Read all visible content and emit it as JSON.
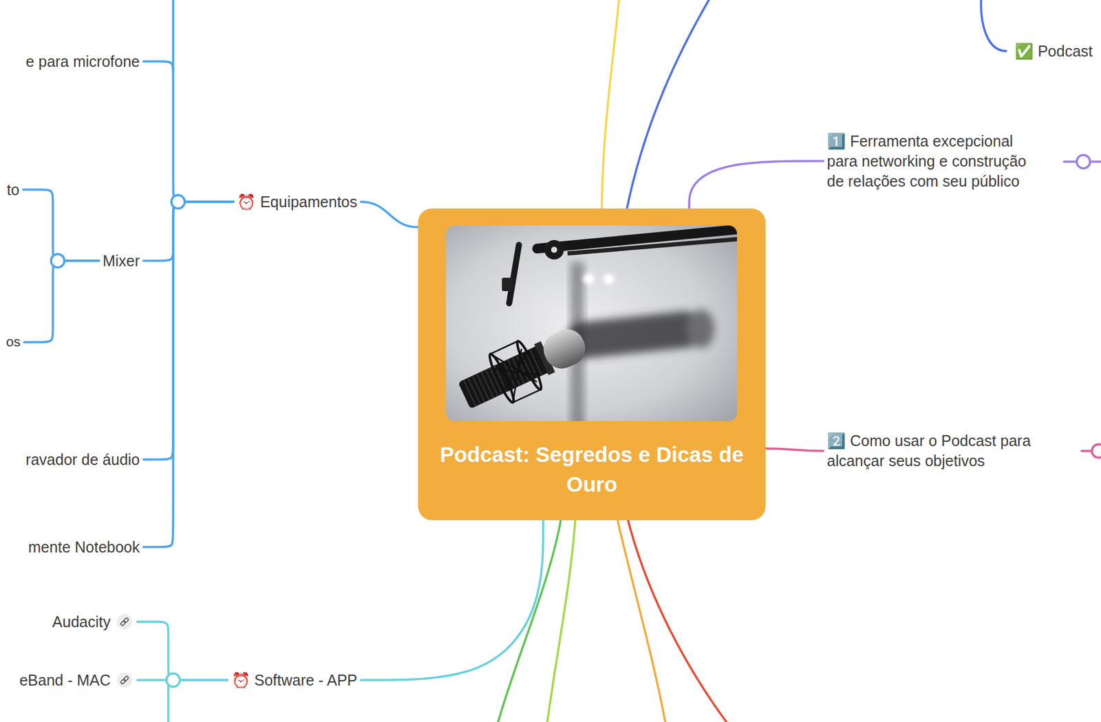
{
  "diagram": {
    "nodes": [
      {
        "text": [
          "Podcast: Segredos e Dicas de Ouro"
        ]
      },
      {
        "text": [
          "⏰ Equipamentos"
        ]
      },
      {
        "text": [
          "e para microfone"
        ]
      },
      {
        "text": [
          "Mixer"
        ]
      },
      {
        "text": [
          "to"
        ]
      },
      {
        "text": [
          "os"
        ]
      },
      {
        "text": [
          "ravador de áudio"
        ]
      },
      {
        "text": [
          "mente Notebook"
        ]
      },
      {
        "text": [
          "⏰ Software - APP"
        ]
      },
      {
        "text": [
          "Audacity"
        ]
      },
      {
        "text": [
          "eBand - MAC"
        ]
      },
      {
        "text": [
          "1️⃣ Ferramenta excepcional para networking e construção de relações com seu público"
        ]
      },
      {
        "text": [
          "2️⃣ Como usar o Podcast para alcançar seus objetivos"
        ]
      },
      {
        "text": [
          "✅ Podcast"
        ]
      }
    ],
    "edges": [
      {
        "from": 0,
        "to": 1,
        "arrow": "none"
      },
      {
        "from": 1,
        "to": 2,
        "arrow": "none"
      },
      {
        "from": 1,
        "to": 3,
        "arrow": "none"
      },
      {
        "from": 3,
        "to": 4,
        "arrow": "none"
      },
      {
        "from": 3,
        "to": 5,
        "arrow": "none"
      },
      {
        "from": 1,
        "to": 6,
        "arrow": "none"
      },
      {
        "from": 1,
        "to": 7,
        "arrow": "none"
      },
      {
        "from": 0,
        "to": 8,
        "arrow": "none"
      },
      {
        "from": 8,
        "to": 9,
        "arrow": "none"
      },
      {
        "from": 8,
        "to": 10,
        "arrow": "none"
      },
      {
        "from": 0,
        "to": 11,
        "arrow": "none"
      },
      {
        "from": 0,
        "to": 12,
        "arrow": "none"
      }
    ]
  }
}
